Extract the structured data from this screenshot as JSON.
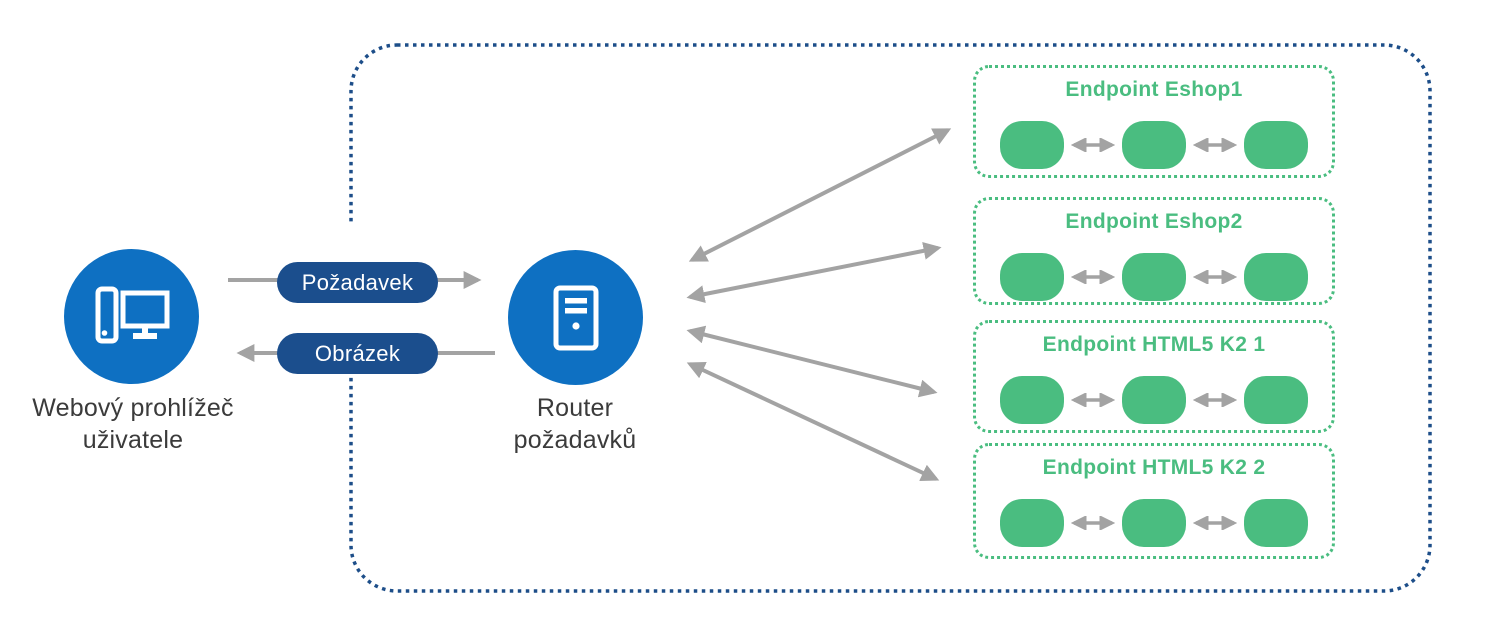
{
  "colors": {
    "blue": "#0e70c2",
    "navy": "#1b4e8d",
    "green": "#4abd80",
    "gray": "#a3a3a3",
    "text_dark": "#3b3b3b"
  },
  "nodes": {
    "browser": {
      "icon": "desktop-computer-icon",
      "label_line1": "Webový prohlížeč",
      "label_line2": "uživatele"
    },
    "router": {
      "icon": "server-icon",
      "label_line1": "Router",
      "label_line2": "požadavků"
    }
  },
  "flows": {
    "request_label": "Požadavek",
    "response_label": "Obrázek"
  },
  "endpoints": [
    {
      "title": "Endpoint Eshop1",
      "instances": 3
    },
    {
      "title": "Endpoint Eshop2",
      "instances": 3
    },
    {
      "title": "Endpoint HTML5 K2 1",
      "instances": 3
    },
    {
      "title": "Endpoint HTML5 K2 2",
      "instances": 3
    }
  ]
}
